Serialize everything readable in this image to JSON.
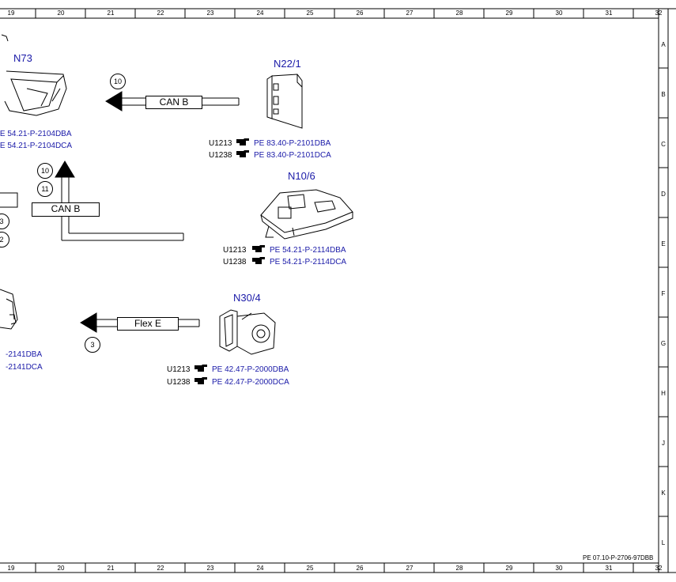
{
  "columns": [
    "19",
    "20",
    "21",
    "22",
    "23",
    "24",
    "25",
    "26",
    "27",
    "28",
    "29",
    "30",
    "31",
    "32"
  ],
  "rows": [
    "A",
    "B",
    "C",
    "D",
    "E",
    "F",
    "G",
    "H",
    "J",
    "K",
    "L"
  ],
  "components": {
    "n73": {
      "label": "N73",
      "refs": [
        {
          "code": "",
          "text": "'E 54.21-P-2104DBA"
        },
        {
          "code": "",
          "text": "'E 54.21-P-2104DCA"
        }
      ]
    },
    "n22_1": {
      "label": "N22/1",
      "refs": [
        {
          "code": "U1213",
          "text": "PE 83.40-P-2101DBA"
        },
        {
          "code": "U1238",
          "text": "PE 83.40-P-2101DCA"
        }
      ]
    },
    "n10_6": {
      "label": "N10/6",
      "refs": [
        {
          "code": "U1213",
          "text": "PE 54.21-P-2114DBA"
        },
        {
          "code": "U1238",
          "text": "PE 54.21-P-2114DCA"
        }
      ]
    },
    "n30_4": {
      "label": "N30/4",
      "refs": [
        {
          "code": "U1213",
          "text": "PE 42.47-P-2000DBA"
        },
        {
          "code": "U1238",
          "text": "PE 42.47-P-2000DCA"
        }
      ]
    },
    "left_partial": {
      "refs": [
        "-2141DBA",
        "-2141DCA"
      ]
    }
  },
  "buses": {
    "can_b_top": "CAN B",
    "can_b_left": "CAN B",
    "flex_e": "Flex E"
  },
  "circles": {
    "c10_top": "10",
    "c10_left": "10",
    "c11_left": "11",
    "c3_bottom": "3",
    "c3_edge": "3",
    "c2_edge": "2"
  },
  "document_ref": "PE 07.10-P-2706-97DBB"
}
